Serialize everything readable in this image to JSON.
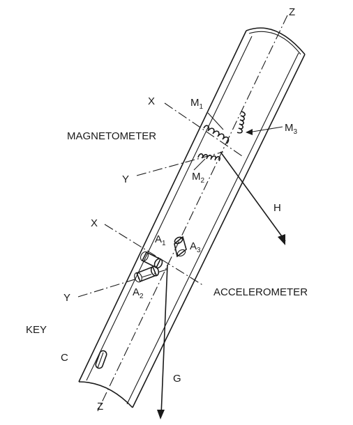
{
  "labels": {
    "z_top": "Z",
    "z_bottom": "Z",
    "x_mag": "X",
    "y_mag": "Y",
    "x_acc": "X",
    "y_acc": "Y",
    "m1_main": "M",
    "m1_sub": "1",
    "m2_main": "M",
    "m2_sub": "2",
    "m3_main": "M",
    "m3_sub": "3",
    "a1_main": "A",
    "a1_sub": "1",
    "a2_main": "A",
    "a2_sub": "2",
    "a3_main": "A",
    "a3_sub": "3",
    "h": "H",
    "g": "G",
    "magnetometer": "MAGNETOMETER",
    "accelerometer": "ACCELEROMETER",
    "key": "KEY",
    "c": "C"
  }
}
